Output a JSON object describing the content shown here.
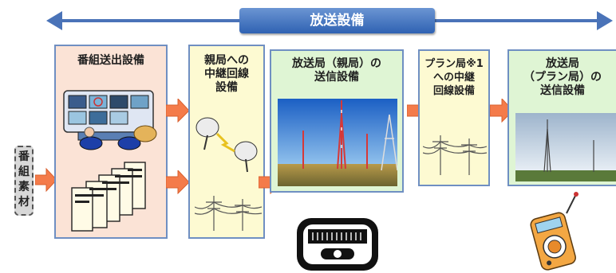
{
  "banner": {
    "label": "放送設備"
  },
  "source": {
    "label": "番\n組\n素\n材"
  },
  "stages": [
    {
      "title": "番組送出設備"
    },
    {
      "title": "親局への\n中継回線\n設備"
    },
    {
      "title": "放送局（親局）の\n送信設備"
    },
    {
      "title": "プラン局※1\nへの中継\n回線設備"
    },
    {
      "title": "放送局\n（プラン局）の\n送信設備"
    }
  ],
  "colors": {
    "arrow_orange": "#f47b4a",
    "banner_blue": "#2f62b3",
    "box_border": "#6f8fc2",
    "stage1_bg": "#fbe3d6",
    "relay_bg": "#fdfad2",
    "broadcast_bg": "#dff5d4"
  },
  "icons": [
    "double-arrow-icon",
    "control-room-icon",
    "server-racks-icon",
    "satellite-dish-icon",
    "power-line-tower-icon",
    "transmitter-tower-photo",
    "radio-icon",
    "portable-radio-icon"
  ]
}
